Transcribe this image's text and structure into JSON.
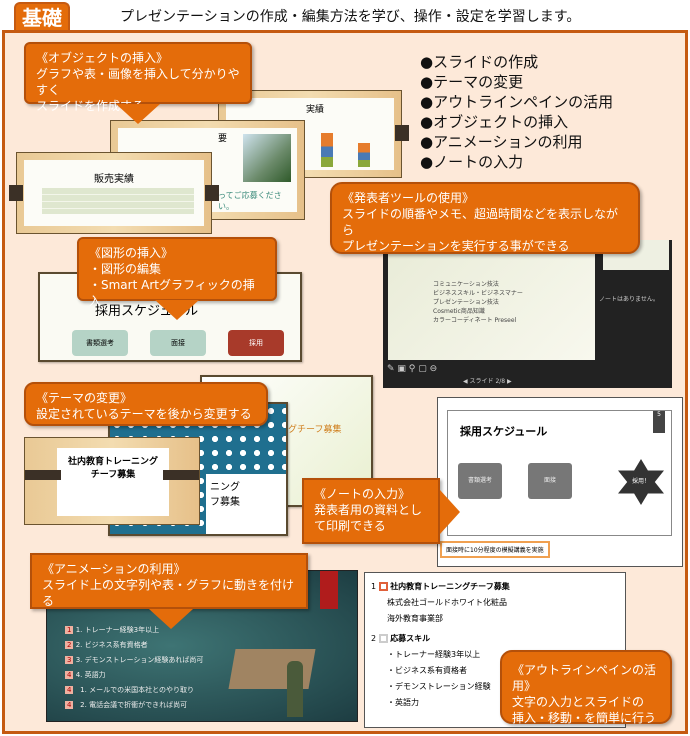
{
  "tab": "基礎",
  "intro": "プレゼンテーションの作成・編集方法を学び、操作・設定を学習します。",
  "bullets": [
    "●スライドの作成",
    "●テーマの変更",
    "●アウトラインペインの活用",
    "●オブジェクトの挿入",
    "●アニメーションの利用",
    "●ノートの入力"
  ],
  "callouts": {
    "object": {
      "title": "《オブジェクトの挿入》",
      "lines": [
        "グラフや表・画像を挿入して分かりやすく",
        "スライドを作成する"
      ]
    },
    "presenter": {
      "title": "《発表者ツールの使用》",
      "lines": [
        "スライドの順番やメモ、超過時間などを表示しながら",
        "プレゼンテーションを実行する事ができる"
      ]
    },
    "shapes": {
      "title": "《図形の挿入》",
      "lines": [
        "・図形の編集",
        "・Smart Artグラフィックの挿入"
      ]
    },
    "theme": {
      "title": "《テーマの変更》",
      "lines": [
        "設定されているテーマを後から変更する"
      ]
    },
    "notes": {
      "title": "《ノートの入力》",
      "lines": [
        "発表者用の資料とし",
        "て印刷できる"
      ]
    },
    "animation": {
      "title": "《アニメーションの利用》",
      "lines": [
        "スライド上の文字列や表・グラフに動きを付ける"
      ]
    },
    "outline": {
      "title": "《アウトラインペインの活用》",
      "lines": [
        "文字の入力とスライドの",
        "挿入・移動・を簡単に行う"
      ]
    }
  },
  "slides": {
    "sales_title": "販売実績",
    "chart_title": "実績",
    "mid_title": "要",
    "mid_text": "ってご応募ください。",
    "schedule_title": "採用スケジュール",
    "steps": [
      "書類選考",
      "面接",
      "採用"
    ],
    "final_step": "採用！",
    "theme_title1": "社内教育トレーニング",
    "theme_title2": "チーフ募集",
    "teal_title": "ニング",
    "teal_title2": "フ募集",
    "green_title": "グチーフ募集",
    "presenter_items": [
      "コミュニケーション技法",
      "ビジネススキル・ビジネスマナー",
      "プレゼンテーション技法",
      "Cosmetic商品知識",
      "カラーコーディネート Preseel"
    ],
    "presenter_note": "ノートはありません。",
    "presenter_counter": "スライド 2/8",
    "notes_page_number": "5",
    "notes_text": "面接時に10分程度の模擬講義を実施",
    "anim_items": [
      "トレーナー経験3年以上",
      "ビジネス系有資格者",
      "デモンストレーション経験あれば尚可",
      "英語力",
      "メールでの米国本社とのやり取り",
      "電話会議で折衝ができれば尚可"
    ],
    "anim_nums": [
      "1.",
      "2.",
      "3.",
      "4.",
      "1.",
      "2."
    ],
    "outline": {
      "s1_num": "1",
      "s1_title": "社内教育トレーニングチーフ募集",
      "s1_lines": [
        "株式会社ゴールドホワイト化粧品",
        "海外教育事業部"
      ],
      "s2_num": "2",
      "s2_title": "応募スキル",
      "s2_lines": [
        "・トレーナー経験3年以上",
        "・ビジネス系有資格者",
        "・デモンストレーション経験",
        "・英語力"
      ]
    }
  },
  "colors": {
    "accent": "#e46c0a",
    "panel": "#fde9d9",
    "border": "#c55a11"
  }
}
